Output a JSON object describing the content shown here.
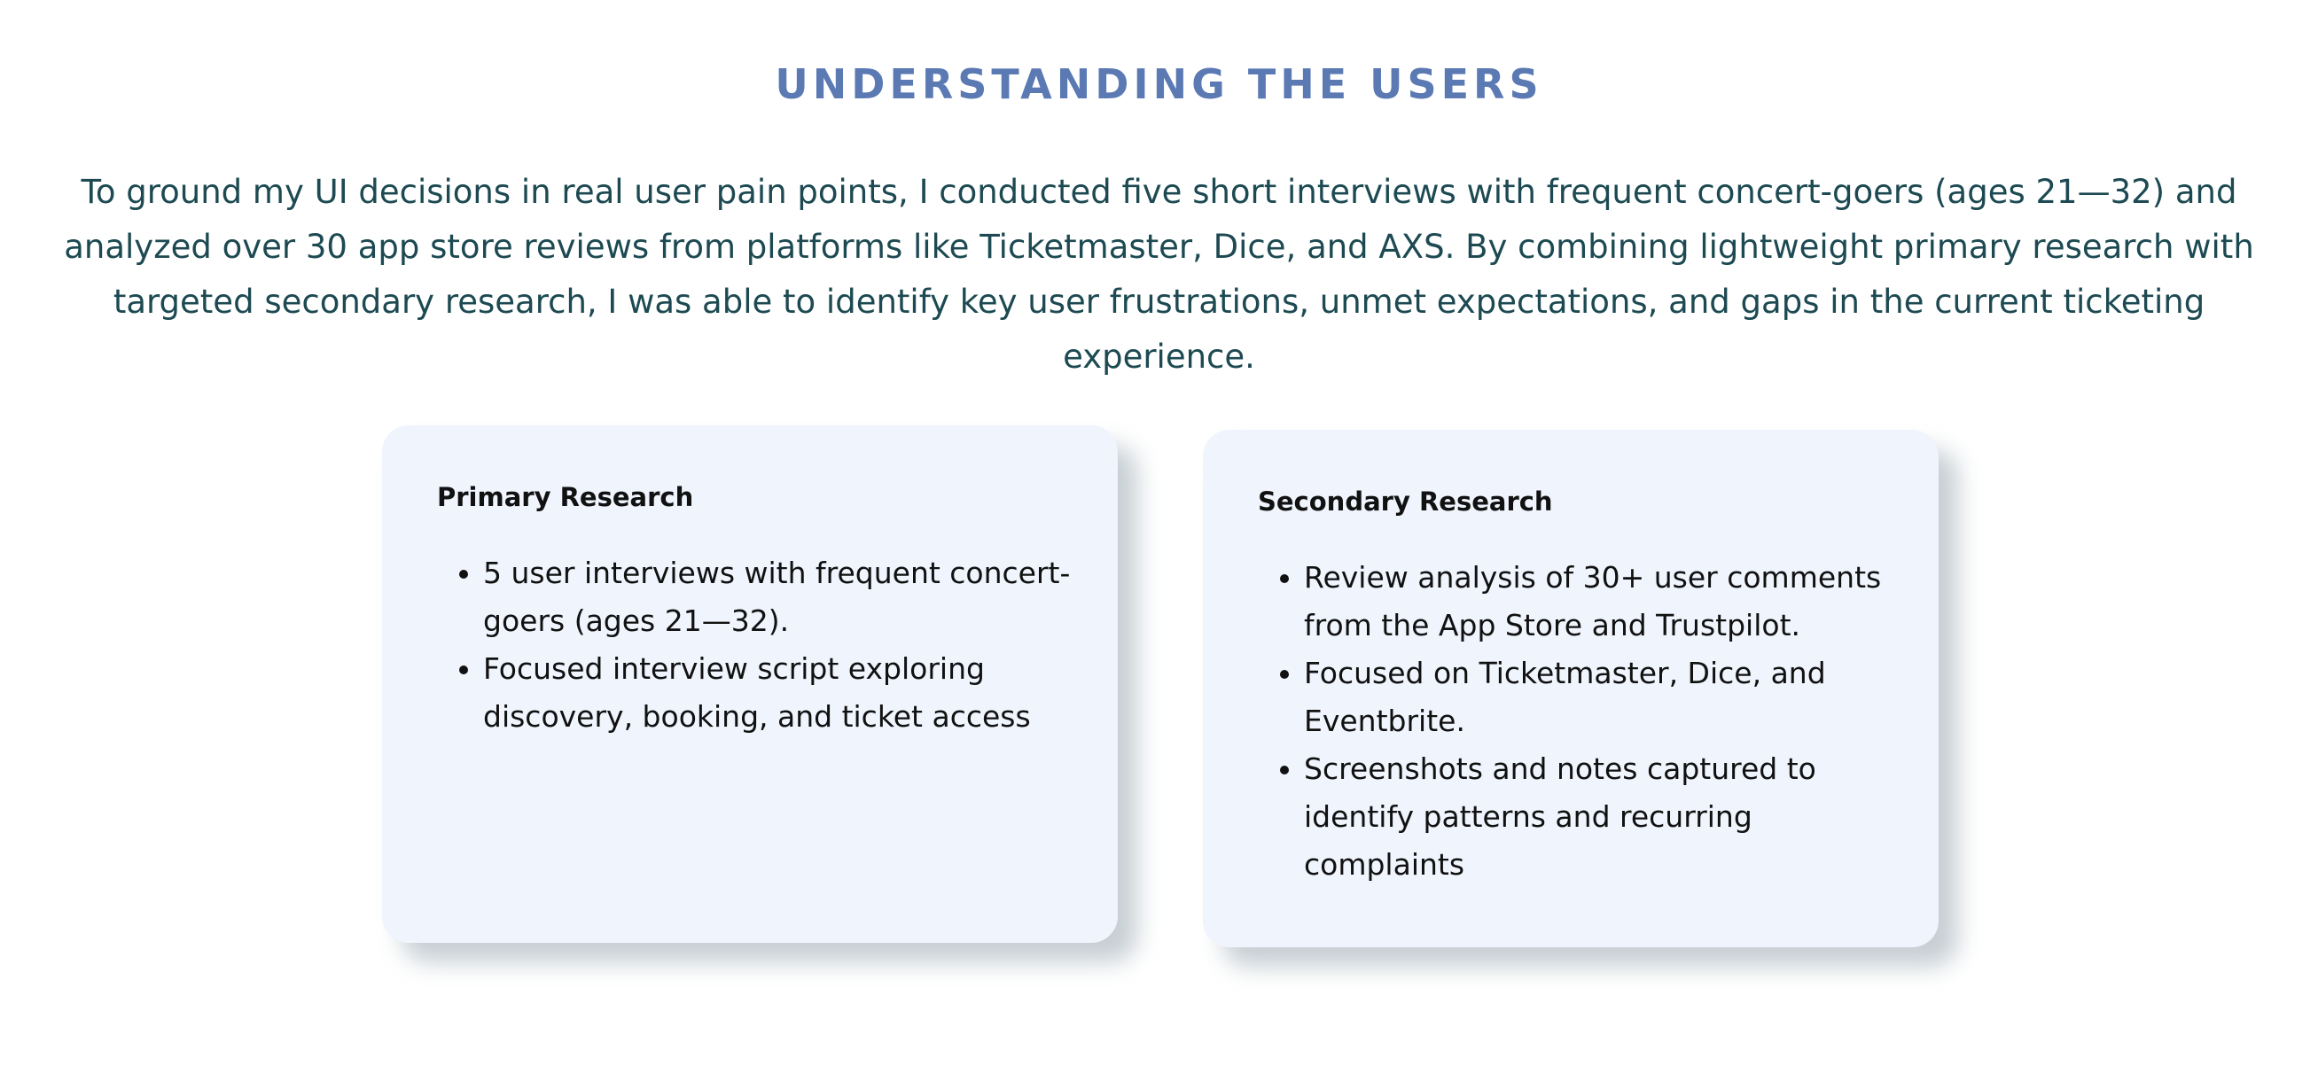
{
  "section": {
    "title": "UNDERSTANDING THE USERS",
    "intro": "To ground my UI decisions in real user pain points, I conducted five short interviews with frequent concert-goers (ages 21—32) and analyzed over 30 app store reviews from platforms like Ticketmaster, Dice, and AXS. By combining lightweight primary research with targeted secondary research, I was able to identify key user frustrations, unmet expectations, and gaps in the current ticketing experience."
  },
  "cards": [
    {
      "title": "Primary Research",
      "items": [
        "5 user interviews with frequent concert-goers (ages 21—32).",
        "Focused interview script exploring discovery, booking, and ticket access"
      ]
    },
    {
      "title": "Secondary Research",
      "items": [
        "Review analysis of 30+ user comments from the App Store and Trustpilot.",
        "Focused on Ticketmaster, Dice, and Eventbrite.",
        "Screenshots and notes captured to identify patterns and recurring complaints"
      ]
    }
  ],
  "colors": {
    "title": "#5b7ab3",
    "intro_text": "#1d4a52",
    "card_background": "#eff4fd",
    "card_text": "#111111"
  }
}
